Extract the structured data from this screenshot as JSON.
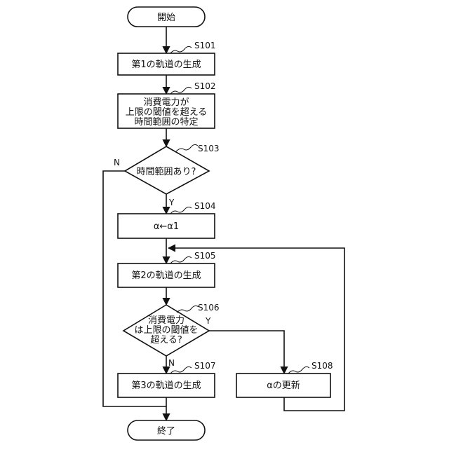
{
  "flowchart": {
    "start": "開始",
    "s101": {
      "id": "S101",
      "text": "第1の軌道の生成"
    },
    "s102": {
      "id": "S102",
      "lines": [
        "消費電力が",
        "上限の閾値を超える",
        "時間範囲の特定"
      ]
    },
    "s103": {
      "id": "S103",
      "text": "時間範囲あり?",
      "yes": "Y",
      "no": "N"
    },
    "s104": {
      "id": "S104",
      "text": "α←α1"
    },
    "s105": {
      "id": "S105",
      "text": "第2の軌道の生成"
    },
    "s106": {
      "id": "S106",
      "lines": [
        "消費電力",
        "は上限の閾値を",
        "超える?"
      ],
      "yes": "Y",
      "no": "N"
    },
    "s107": {
      "id": "S107",
      "text": "第3の軌道の生成"
    },
    "s108": {
      "id": "S108",
      "text": "αの更新"
    },
    "end": "終了"
  }
}
